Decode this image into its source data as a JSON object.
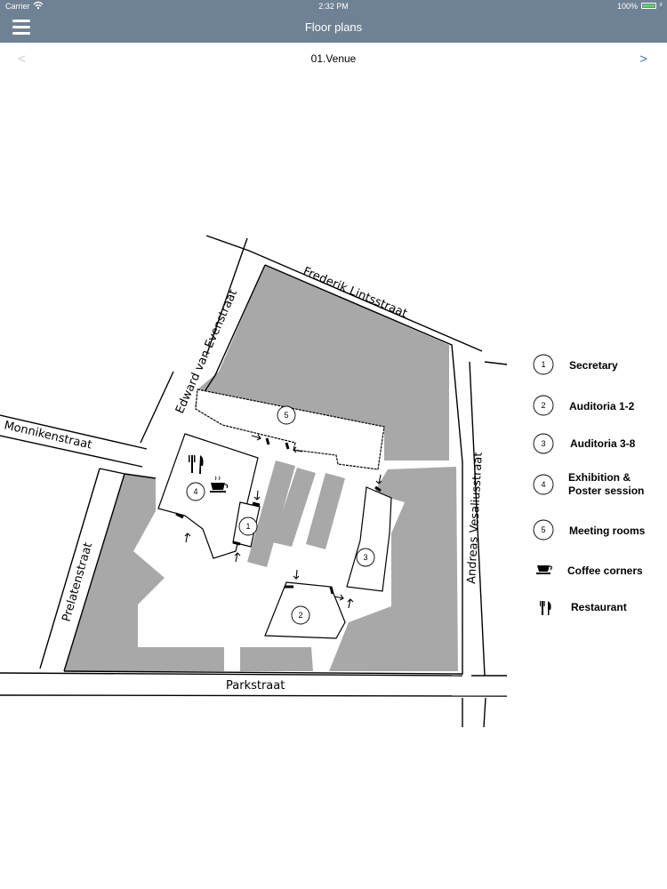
{
  "status_bar": {
    "carrier": "Carrier",
    "time": "2:32 PM",
    "battery": "100%"
  },
  "nav": {
    "title": "Floor plans",
    "menu_icon": "hamburger-menu-icon"
  },
  "floor_nav": {
    "prev": "<",
    "next": ">",
    "current": "01.Venue"
  },
  "map": {
    "streets": {
      "frederik": "Frederik Lintsstraat",
      "edward": "Edward van Evenstraat",
      "monniken": "Monnikenstraat",
      "prelaten": "Prelatenstraat",
      "andreas": "Andreas Vesaliusstraat",
      "park": "Parkstraat"
    },
    "rooms": [
      "1",
      "2",
      "3",
      "4",
      "5"
    ],
    "legend": [
      {
        "key": "1",
        "label": "Secretary"
      },
      {
        "key": "2",
        "label": "Auditoria 1-2"
      },
      {
        "key": "3",
        "label": "Auditoria 3-8"
      },
      {
        "key": "4",
        "label": "Exhibition &",
        "label2": "Poster session"
      },
      {
        "key": "5",
        "label": "Meeting rooms"
      }
    ],
    "legend_icons": [
      {
        "icon": "coffee-cup-icon",
        "label": "Coffee corners"
      },
      {
        "icon": "fork-knife-icon",
        "label": "Restaurant"
      }
    ],
    "colors": {
      "building": "#a8a8a8",
      "line": "#000000",
      "header": "#6f8194"
    }
  }
}
